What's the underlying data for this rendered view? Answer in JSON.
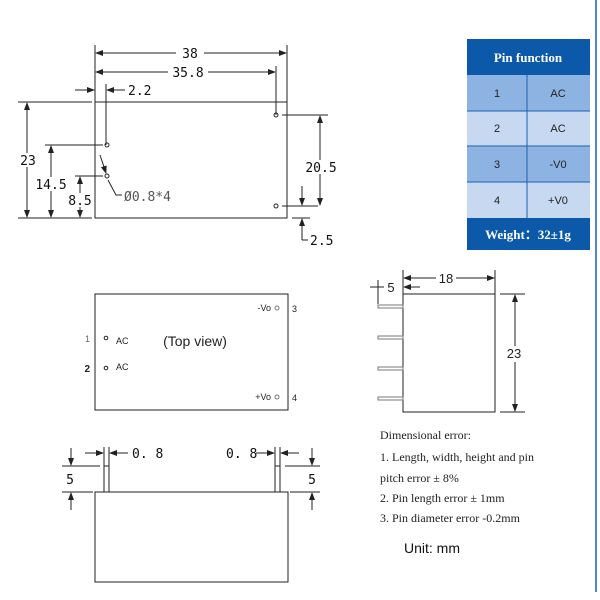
{
  "top_drawing": {
    "dim_length": "38",
    "dim_pin_span": "35.8",
    "dim_pin_offset": "2.2",
    "dim_height": "23",
    "dim_pin1_height": "14.5",
    "dim_pin2_height": "8.5",
    "pin_diameter_note": "Ø0.8*4",
    "dim_right_span": "20.5",
    "dim_right_offset": "2.5"
  },
  "pin_table": {
    "title": "Pin function",
    "rows": [
      {
        "pin": "1",
        "function": "AC"
      },
      {
        "pin": "2",
        "function": "AC"
      },
      {
        "pin": "3",
        "function": "-V0"
      },
      {
        "pin": "4",
        "function": "+V0"
      }
    ],
    "weight": "Weight：32±1g",
    "colors": {
      "header": "#0c59a9",
      "row_dark": "#8db3e2",
      "row_light": "#c6d9f1"
    }
  },
  "top_view": {
    "caption": "(Top view)",
    "pins": [
      {
        "num": "1",
        "label": "AC"
      },
      {
        "num": "2",
        "label": "AC"
      },
      {
        "num": "3",
        "label": "-Vo"
      },
      {
        "num": "4",
        "label": "+Vo"
      }
    ]
  },
  "side_view": {
    "dim_width": "18",
    "dim_pin_length": "5",
    "dim_height": "23"
  },
  "front_view": {
    "pin_width_left": "0. 8",
    "pin_width_right": "0. 8",
    "pin_len_left": "5",
    "pin_len_right": "5"
  },
  "notes": {
    "title": "Dimensional error:",
    "items": [
      "1.  Length, width, height and pin",
      "pitch error  ±  8%",
      "2.  Pin length error  ±  1mm",
      "3.  Pin diameter error -0.2mm"
    ],
    "unit": "Unit: mm"
  }
}
